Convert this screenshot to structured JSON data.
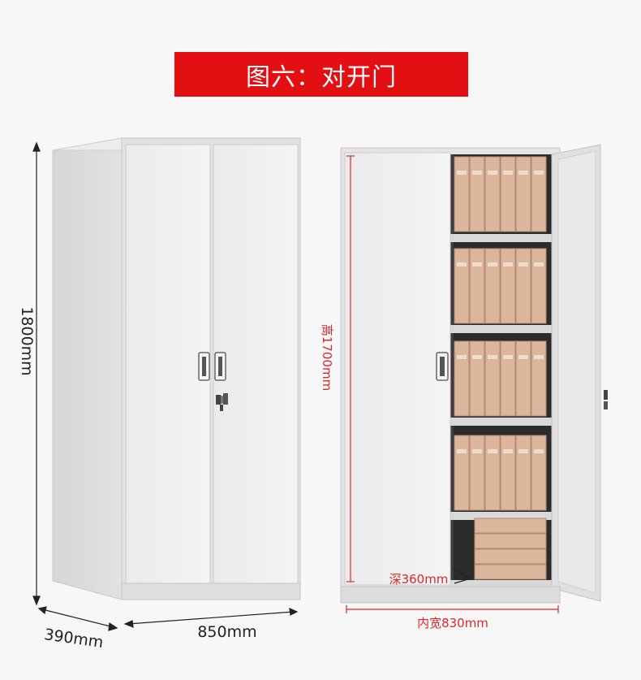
{
  "banner": {
    "title": "图六：对开门"
  },
  "left_cabinet": {
    "height_label": "1800mm",
    "depth_label": "390mm",
    "width_label": "850mm"
  },
  "right_cabinet": {
    "inner_height_label": "高1700mm",
    "inner_depth_label": "深360mm",
    "inner_width_label": "内宽830mm"
  },
  "colors": {
    "banner": "#e30f12",
    "dimension_red": "#e0262b",
    "cabinet": "#e6e6e6",
    "box": "#d9b49a"
  }
}
